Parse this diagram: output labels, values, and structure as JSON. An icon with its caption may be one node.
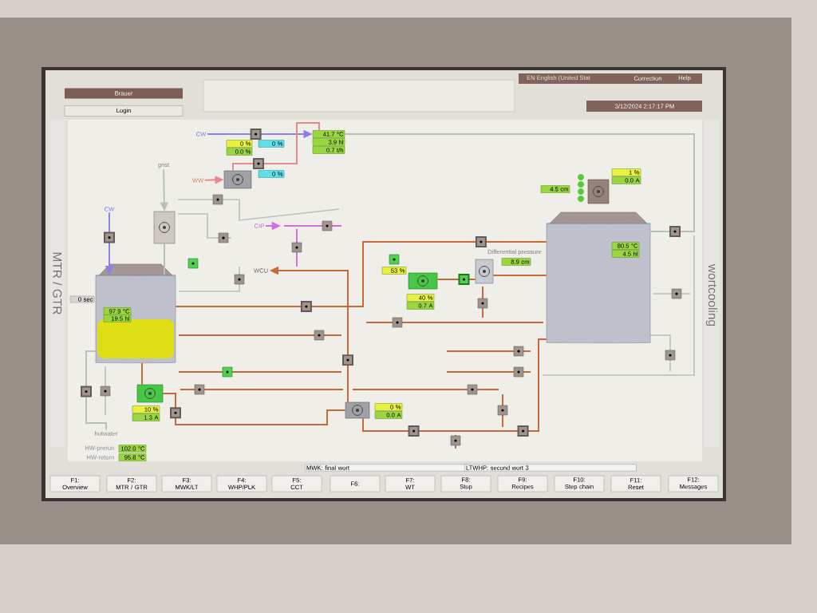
{
  "diagram": {
    "nodes": [
      {
        "text": [
          "Brauer"
        ]
      },
      {
        "text": [
          "Login"
        ]
      },
      {
        "text": [
          "MWK: final wort"
        ]
      },
      {
        "text": [
          "LTWHP: second wort 3"
        ]
      },
      {
        "text": [
          "F1:",
          "Overview"
        ]
      },
      {
        "text": [
          "F2:",
          "MTR / GTR"
        ]
      },
      {
        "text": [
          "F3:",
          "MWK/LT"
        ]
      },
      {
        "text": [
          "F4:",
          "WHP/PLK"
        ]
      },
      {
        "text": [
          "F5:",
          "CCT"
        ]
      },
      {
        "text": [
          "F6:"
        ]
      },
      {
        "text": [
          "F7:",
          "WT"
        ]
      },
      {
        "text": [
          "F8:",
          "Stop"
        ]
      },
      {
        "text": [
          "F9:",
          "Recipes"
        ]
      },
      {
        "text": [
          "F10:",
          "Step chain"
        ]
      },
      {
        "text": [
          "F11:",
          "Reset"
        ]
      },
      {
        "text": [
          "F12:",
          "Messages"
        ]
      },
      {
        "text": [
          "CW"
        ]
      },
      {
        "text": [
          "0 %"
        ]
      },
      {
        "text": [
          "0.0 %"
        ]
      },
      {
        "text": [
          "0 %"
        ]
      },
      {
        "text": [
          "41.7 °C"
        ]
      },
      {
        "text": [
          "3.9 hl"
        ]
      },
      {
        "text": [
          "0.7 t/h"
        ]
      },
      {
        "text": [
          "WW"
        ]
      },
      {
        "text": [
          "0 %"
        ]
      },
      {
        "text": [
          "grist"
        ]
      },
      {
        "text": [
          "CW"
        ]
      },
      {
        "text": [
          "CIP"
        ]
      },
      {
        "text": [
          "WCU"
        ]
      },
      {
        "text": [
          "53 %"
        ]
      },
      {
        "text": [
          "40 %"
        ]
      },
      {
        "text": [
          "0.7 A"
        ]
      },
      {
        "text": [
          "8.9 cm"
        ]
      },
      {
        "text": [
          "4.5 cm"
        ]
      },
      {
        "text": [
          "1 %"
        ]
      },
      {
        "text": [
          "0.0 A"
        ]
      },
      {
        "text": [],
        "shape": "cylinder"
      },
      {
        "text": [
          "97.9 °C"
        ],
        "in": 36
      },
      {
        "text": [
          "19.5 hl"
        ],
        "in": 36
      },
      {
        "text": [
          "0 sec"
        ]
      },
      {
        "text": [],
        "shape": "cylinder"
      },
      {
        "text": [
          "80.5 °C"
        ],
        "in": 40
      },
      {
        "text": [
          "4.5 hl"
        ],
        "in": 40
      },
      {
        "text": [
          "10 %"
        ]
      },
      {
        "text": [
          "1.3 A"
        ]
      },
      {
        "text": [
          "0 %"
        ]
      },
      {
        "text": [
          "0.0 A"
        ]
      },
      {
        "text": [
          "hotwater"
        ]
      },
      {
        "text": [
          "102.0 °C"
        ],
        "beside": [
          "HW-prerun"
        ]
      },
      {
        "text": [
          "95.8 °C"
        ],
        "beside": [
          "HW-return"
        ]
      },
      {
        "text": [],
        "shape": "picture"
      },
      {
        "text": [],
        "shape": "picture"
      },
      {
        "text": [],
        "shape": "picture"
      },
      {
        "text": [],
        "shape": "picture"
      },
      {
        "text": [],
        "shape": "picture"
      },
      {
        "text": [],
        "shape": "picture"
      },
      {
        "text": [],
        "shape": "picture"
      }
    ],
    "edges": [
      {
        "from": 16,
        "to": 20,
        "arrow": "to",
        "color": "#8f7ee8"
      },
      {
        "from": 23,
        "to": 51,
        "arrow": "to",
        "color": "#e58a8a"
      },
      {
        "from": 51,
        "to": 20,
        "arrow": "none",
        "color": "#e58a8a"
      },
      {
        "from": 20,
        "to": 40,
        "arrow": "none",
        "color": "#b5c2b5"
      },
      {
        "from": 25,
        "to": 50,
        "arrow": "to",
        "color": "#b5c2b5"
      },
      {
        "from": 26,
        "to": 36,
        "arrow": "to",
        "color": "#8f7ee8"
      },
      {
        "from": 50,
        "to": 36,
        "arrow": "none",
        "color": "#b5c2b5"
      },
      {
        "from": 27,
        "to": null,
        "arrow": "to",
        "color": "#d46ee0"
      },
      {
        "from": 53,
        "to": 28,
        "arrow": "to"
      },
      {
        "from": 36,
        "to": 40,
        "arrow": "none"
      },
      {
        "from": 36,
        "to": 52,
        "arrow": "none"
      },
      {
        "from": 52,
        "to": 53,
        "arrow": "none"
      },
      {
        "from": 54,
        "to": 55,
        "arrow": "none"
      },
      {
        "from": 55,
        "to": 40,
        "arrow": "none"
      },
      {
        "from": 40,
        "to": 53,
        "arrow": "none"
      },
      {
        "from": 36,
        "to": 47,
        "arrow": "none",
        "color": "#b5c2b5"
      }
    ],
    "labels": [
      "EN English (United Stat",
      "Correction",
      "Help",
      "3/12/2024 2:17:17 PM",
      "MTR / GTR",
      "wortcooling",
      "Differential pressure"
    ]
  }
}
